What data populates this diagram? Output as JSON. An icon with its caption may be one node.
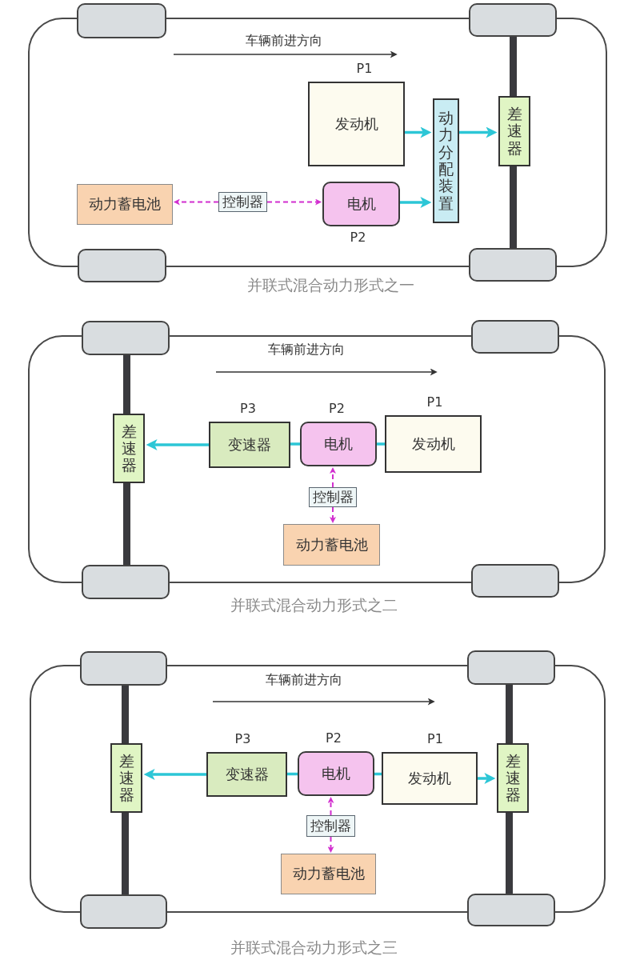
{
  "diagram": {
    "nodes": [
      {
        "text": [
          "发动机"
        ],
        "beside": [
          "P1"
        ]
      },
      {
        "text": [
          "电机"
        ],
        "beside": [
          "P2"
        ]
      },
      {
        "text": [
          "动力分配装置"
        ]
      },
      {
        "text": [
          "差速器"
        ]
      },
      {
        "text": [
          "动力蓄电池"
        ]
      },
      {
        "text": [
          "控制器"
        ]
      },
      {
        "text": [
          "差速器"
        ]
      },
      {
        "text": [
          "变速器"
        ],
        "beside": [
          "P3"
        ]
      },
      {
        "text": [
          "电机"
        ],
        "beside": [
          "P2"
        ]
      },
      {
        "text": [
          "发动机"
        ],
        "beside": [
          "P1"
        ]
      },
      {
        "text": [
          "控制器"
        ]
      },
      {
        "text": [
          "动力蓄电池"
        ]
      },
      {
        "text": [
          "差速器"
        ]
      },
      {
        "text": [
          "变速器"
        ],
        "beside": [
          "P3"
        ]
      },
      {
        "text": [
          "电机"
        ],
        "beside": [
          "P2"
        ]
      },
      {
        "text": [
          "发动机"
        ],
        "beside": [
          "P1"
        ]
      },
      {
        "text": [
          "差速器"
        ]
      },
      {
        "text": [
          "控制器"
        ]
      },
      {
        "text": [
          "动力蓄电池"
        ]
      }
    ],
    "edges": [
      {
        "from": 0,
        "to": 2,
        "arrow": "to"
      },
      {
        "from": 1,
        "to": 2,
        "arrow": "to"
      },
      {
        "from": 2,
        "to": 3,
        "arrow": "to"
      },
      {
        "from": 5,
        "to": 4,
        "arrow": "to",
        "style": "dashed",
        "color": "#d22fcf"
      },
      {
        "from": 5,
        "to": 1,
        "arrow": "to",
        "style": "dashed",
        "color": "#d22fcf"
      },
      {
        "from": 7,
        "to": 6,
        "arrow": "to"
      },
      {
        "from": 8,
        "to": 7,
        "arrow": "none"
      },
      {
        "from": 9,
        "to": 8,
        "arrow": "none"
      },
      {
        "from": 10,
        "to": 8,
        "arrow": "to",
        "style": "dashed",
        "color": "#d22fcf"
      },
      {
        "from": 10,
        "to": 11,
        "arrow": "to",
        "style": "dashed",
        "color": "#d22fcf"
      },
      {
        "from": 13,
        "to": 12,
        "arrow": "to"
      },
      {
        "from": 14,
        "to": 13,
        "arrow": "none"
      },
      {
        "from": 15,
        "to": 14,
        "arrow": "none"
      },
      {
        "from": 15,
        "to": 16,
        "arrow": "to"
      },
      {
        "from": 17,
        "to": 14,
        "arrow": "to",
        "style": "dashed",
        "color": "#d22fcf"
      },
      {
        "from": 17,
        "to": 18,
        "arrow": "to",
        "style": "dashed",
        "color": "#d22fcf"
      }
    ],
    "labels": [
      "车辆前进方向",
      "并联式混合动力形式之一",
      "车辆前进方向",
      "并联式混合动力形式之二",
      "车辆前进方向",
      "并联式混合动力形式之三"
    ]
  }
}
